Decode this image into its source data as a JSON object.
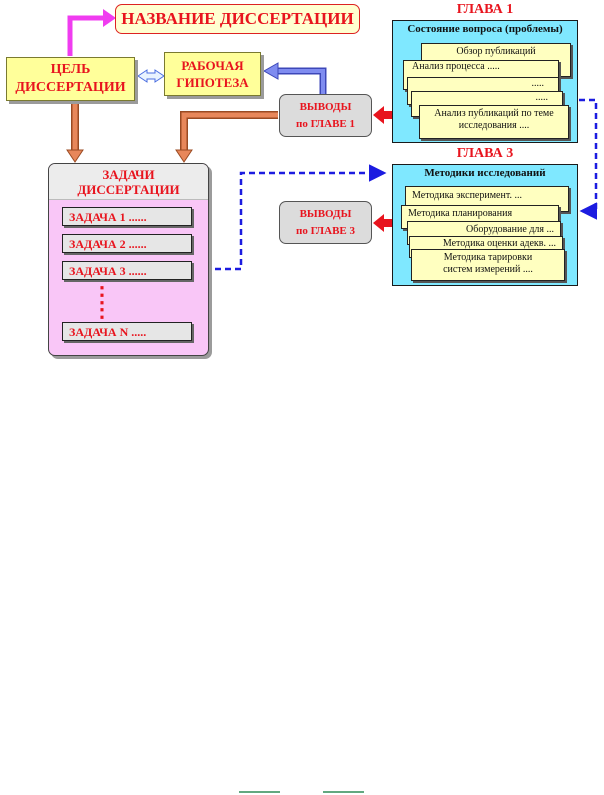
{
  "title": "НАЗВАНИЕ ДИССЕРТАЦИИ",
  "goal": [
    "ЦЕЛЬ",
    "ДИССЕРТАЦИИ"
  ],
  "hypothesis": [
    "РАБОЧАЯ",
    "ГИПОТЕЗА"
  ],
  "conclusions_ch1": [
    "ВЫВОДЫ",
    "по ГЛАВЕ 1"
  ],
  "conclusions_ch3": [
    "ВЫВОДЫ",
    "по ГЛАВЕ 3"
  ],
  "chapter1": {
    "title": "ГЛАВА 1",
    "heading": "Состояние вопроса (проблемы)",
    "cards": [
      "Обзор публикаций",
      "Анализ процесса .....",
      ".....",
      ".....",
      "Анализ публикаций по теме исследования ...."
    ]
  },
  "chapter3": {
    "title": "ГЛАВА 3",
    "heading": "Методики исследований",
    "cards": [
      "Методика эксперимент. ...",
      "Методика планирования",
      "Оборудование для ...",
      "Методика оценки адекв. ...",
      "Методика тарировки систем измерений ...."
    ]
  },
  "tasks": {
    "heading": [
      "ЗАДАЧИ",
      "ДИССЕРТАЦИИ"
    ],
    "items": [
      "ЗАДАЧА   1 ......",
      "ЗАДАЧА   2 ......",
      "ЗАДАЧА   3 ......",
      "ЗАДАЧА   N ....."
    ],
    "ellipsis": "⋮"
  },
  "colors": {
    "magenta_arrow": "#f03cf0",
    "orange_arrow": "#e8875a",
    "blue_arrow": "#6f78e0",
    "red_arrow": "#e8141e",
    "dashed_link": "#1c1ce0"
  }
}
